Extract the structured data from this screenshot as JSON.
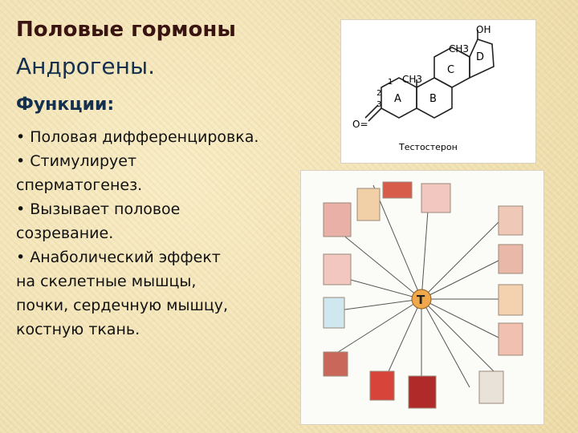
{
  "slide": {
    "title": "Половые гормоны",
    "subtitle": "Андрогены.",
    "functions_heading": "Функции:",
    "bullets": [
      "• Половая дифференцировка.",
      "• Стимулирует",
      "сперматогенез.",
      "• Вызывает половое",
      "созревание.",
      "• Анаболический эффект",
      "на скелетные мышцы,",
      "почки, сердечную мышцу,",
      "костную ткань."
    ]
  },
  "structure": {
    "caption": "Тестостерон",
    "oh": "OH",
    "ch3_top": "CH3",
    "ch3_mid": "CH3",
    "ring_a": "A",
    "ring_b": "B",
    "ring_c": "C",
    "ring_d": "D",
    "num_1": "1",
    "num_2": "2",
    "num_3": "3",
    "oxygen": "O="
  },
  "diagram": {
    "center_label": "T"
  },
  "colors": {
    "title": "#3a1410",
    "heading": "#14304e",
    "hub": "#f0a84a"
  }
}
